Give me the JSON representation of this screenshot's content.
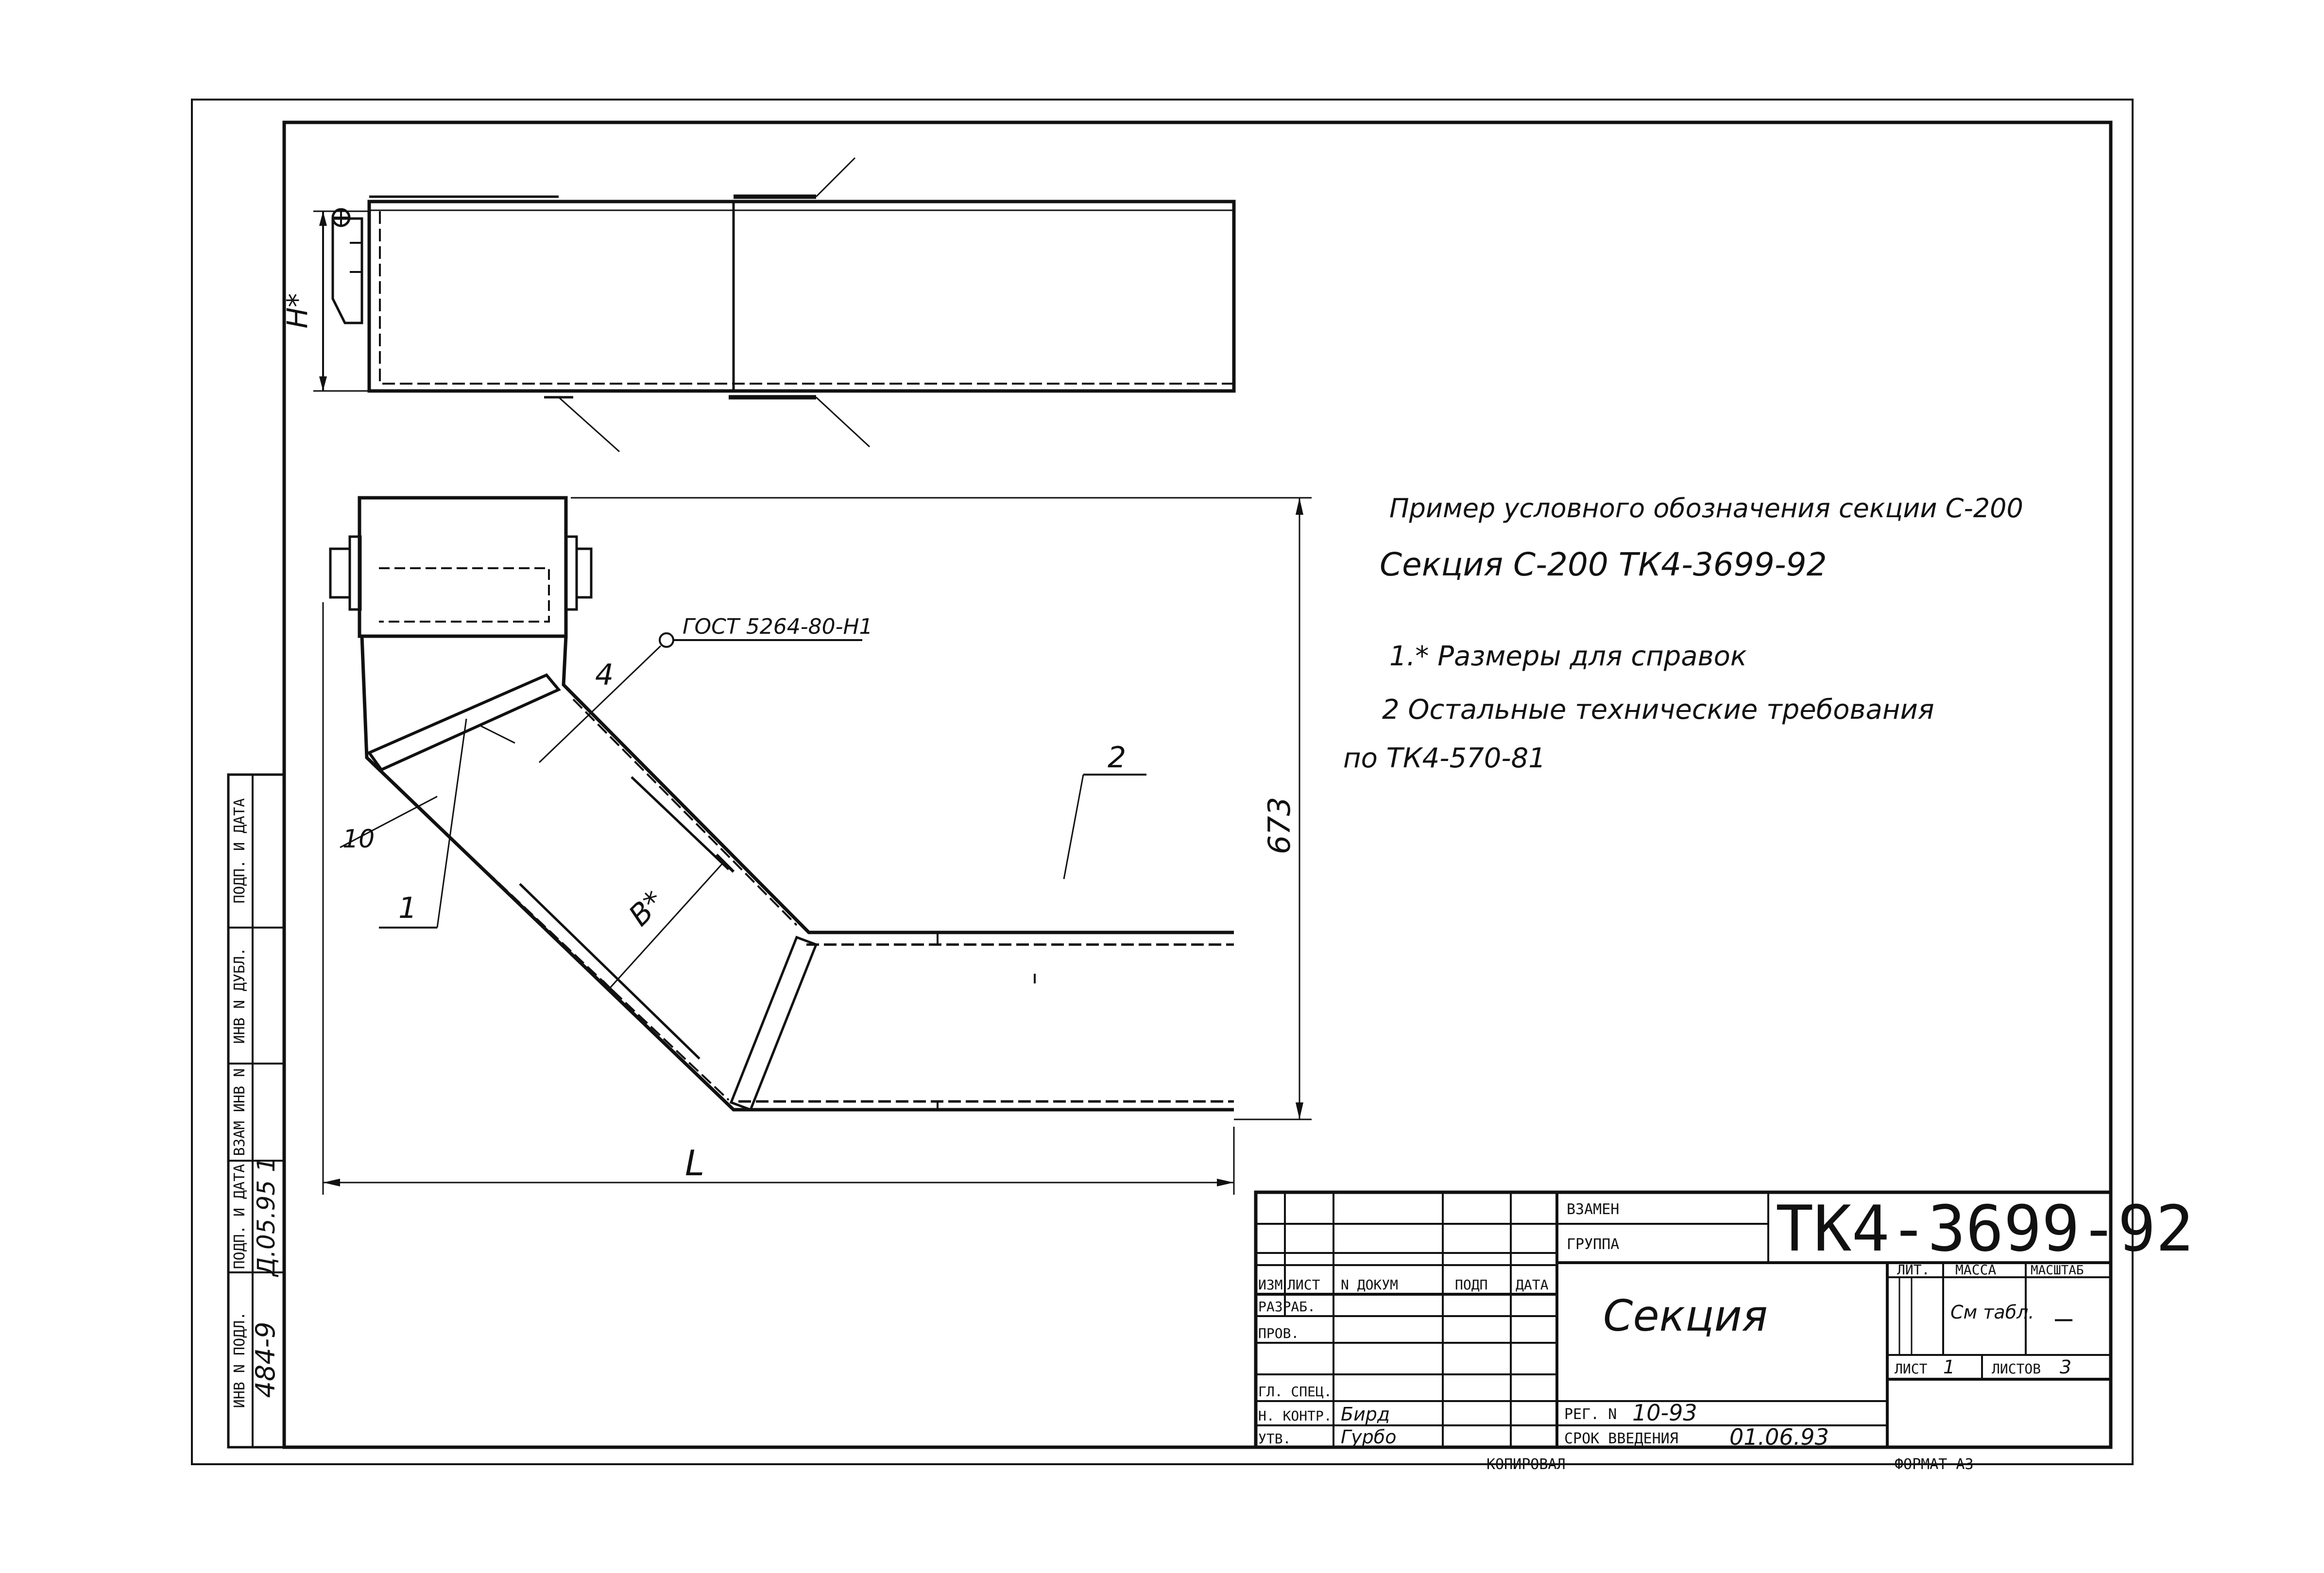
{
  "notes": {
    "example_title": "Пример условного обозначения секции С-200",
    "designation": "Секция С-200  ТК4-3699-92",
    "note1": "1.* Размеры для справок",
    "note2_line1": "2  Остальные технические требования",
    "note2_line2": "по ТК4-570-81"
  },
  "drawing": {
    "dim_h": "H*",
    "dim_673": "673",
    "dim_b": "B*",
    "dim_l": "L",
    "dim_10": "10",
    "weld_callout": "ГОСТ 5264-80-Н1",
    "pos_1": "1",
    "pos_2": "2",
    "pos_4": "4"
  },
  "left_strip": {
    "col_inv_podl": "ИНВ N ПОДЛ.",
    "col_podp_data_1": "ПОДП. И ДАТА",
    "col_vzam_inv": "ВЗАМ ИНВ N",
    "col_inv_dubl": "ИНВ N ДУБЛ.",
    "col_podp_data_2": "ПОДП. И ДАТА",
    "inv_value": "484-9",
    "date_value": "Д.05.95 1"
  },
  "title_block": {
    "vzamen": "ВЗАМЕН",
    "gruppa": "ГРУППА",
    "doc_number": "ТК4-3699-92",
    "name": "Секция",
    "headers": [
      "ИЗМ",
      "ЛИСТ",
      "N ДОКУМ",
      "ПОДП",
      "ДАТА"
    ],
    "roles": [
      "РАЗРАБ.",
      "ПРОВ.",
      "",
      "ГЛ. СПЕЦ.",
      "Н. КОНТР.",
      "УТВ."
    ],
    "signers": [
      "",
      "",
      "",
      "",
      "Бирд",
      "Гурбо"
    ],
    "dates": [
      "",
      "",
      "",
      "",
      "",
      ""
    ],
    "lit": "ЛИТ.",
    "massa": "МАССА",
    "masshtab": "МАСШТАБ",
    "massa_value": "См табл.",
    "masshtab_value": "—",
    "list_label": "ЛИСТ",
    "list_value": "1",
    "listov_label": "ЛИСТОВ",
    "listov_value": "3",
    "reg_label": "РЕГ. N",
    "reg_value": "10-93",
    "srok_label": "СРОК ВВЕДЕНИЯ",
    "srok_value": "01.06.93",
    "kopiroval": "КОПИРОВАЛ",
    "format": "ФОРМАТ  А3"
  }
}
